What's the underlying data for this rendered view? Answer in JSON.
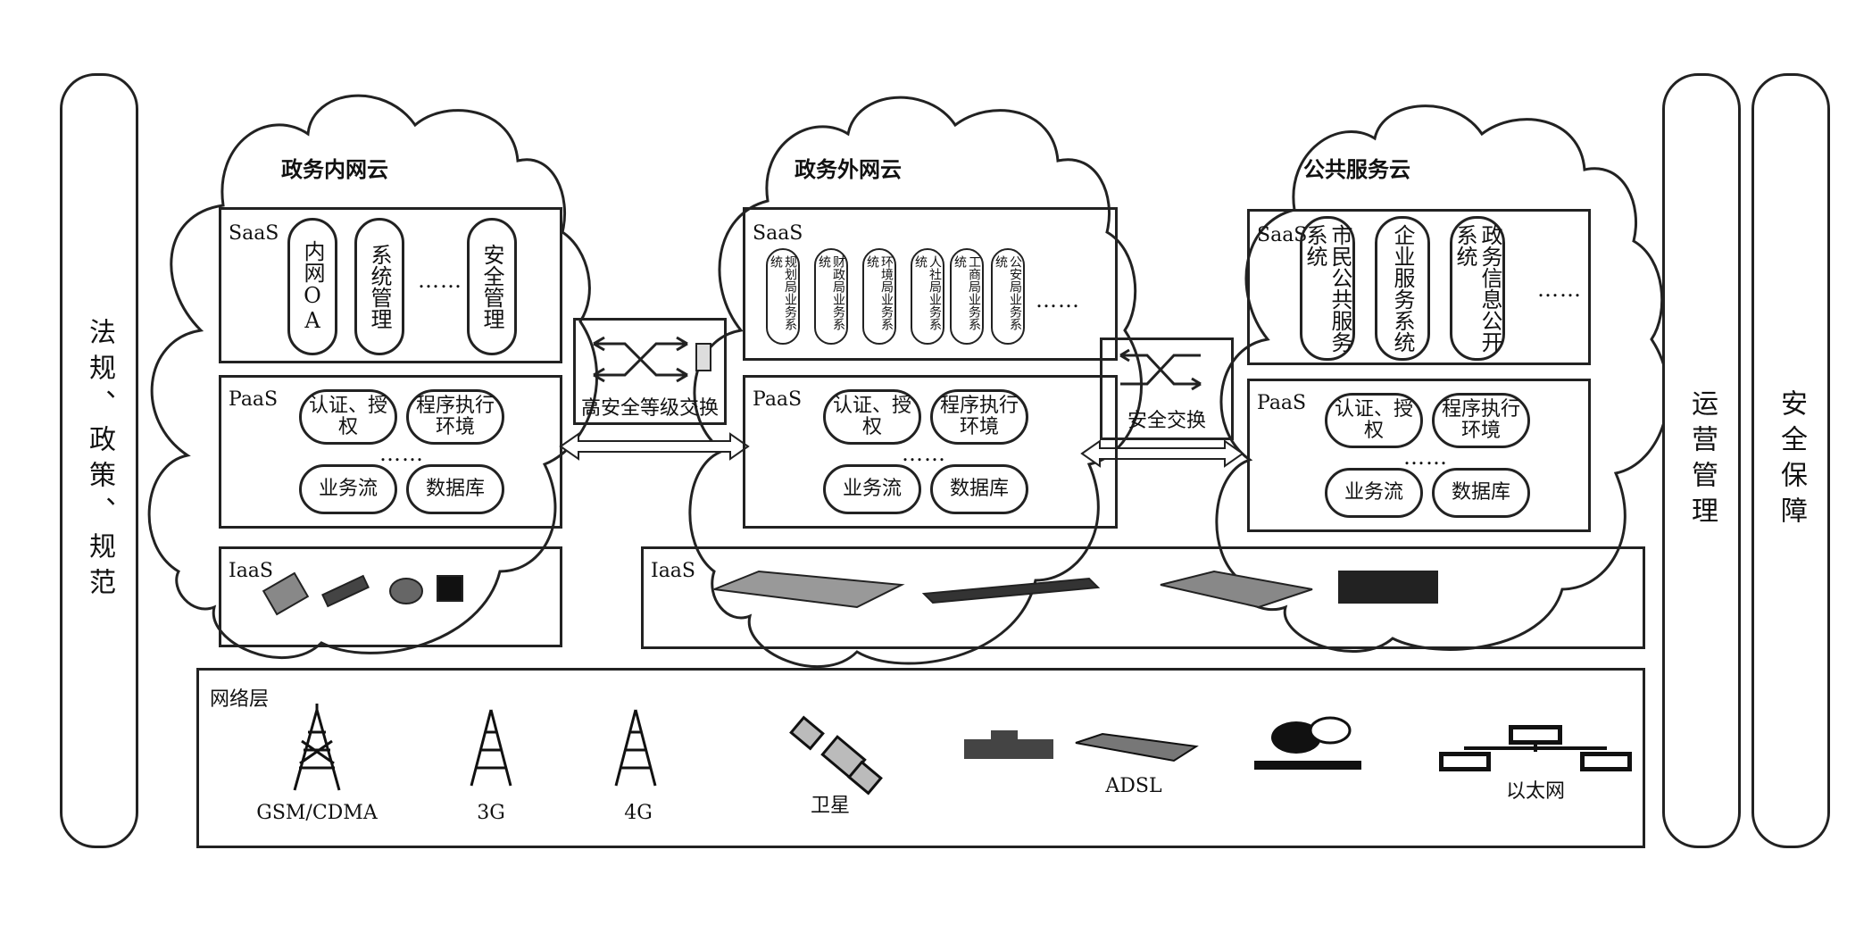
{
  "side": {
    "left": "法规、政策、规范",
    "ops": "运营管理",
    "security": "安全保障"
  },
  "clouds": {
    "intranet": "政务内网云",
    "extranet": "政务外网云",
    "public": "公共服务云"
  },
  "layers": {
    "saas": "SaaS",
    "paas": "PaaS",
    "iaas": "IaaS",
    "network": "网络层"
  },
  "ellipsis": "……",
  "intranet_saas": [
    "内网OA",
    "系统管理",
    "安全管理"
  ],
  "paas_items": {
    "auth": "认证、授权",
    "exec": "程序执行环境",
    "workflow": "业务流",
    "database": "数据库"
  },
  "extranet_saas": [
    "规划局业务系统",
    "财政局业务系统",
    "环境局业务系统",
    "人社局业务系统",
    "工商局业务系统",
    "公安局业务系统"
  ],
  "public_saas": [
    "市民公共服务系统",
    "企业服务系统",
    "政务信息公开系统"
  ],
  "exchange": {
    "high": "高安全等级交换",
    "normal": "安全交换"
  },
  "network": {
    "gsm": "GSM/CDMA",
    "g3": "3G",
    "g4": "4G",
    "satellite": "卫星",
    "adsl": "ADSL",
    "ethernet": "以太网"
  }
}
